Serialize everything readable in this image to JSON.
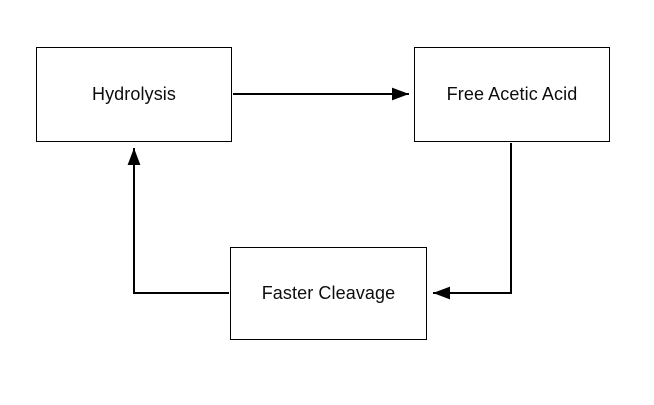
{
  "diagram": {
    "type": "cycle-flowchart",
    "background_color": "#ffffff",
    "line_color": "#000000",
    "text_color": "#0d0d0d",
    "nodes": [
      {
        "id": "hydrolysis",
        "label": "Hydrolysis"
      },
      {
        "id": "free_acetic_acid",
        "label": "Free Acetic Acid"
      },
      {
        "id": "faster_cleavage",
        "label": "Faster Cleavage"
      }
    ],
    "edges": [
      {
        "from": "hydrolysis",
        "to": "free_acetic_acid",
        "label": "",
        "direction": "right"
      },
      {
        "from": "free_acetic_acid",
        "to": "faster_cleavage",
        "label": "",
        "direction": "down-left"
      },
      {
        "from": "faster_cleavage",
        "to": "hydrolysis",
        "label": "",
        "direction": "left-up"
      }
    ]
  }
}
